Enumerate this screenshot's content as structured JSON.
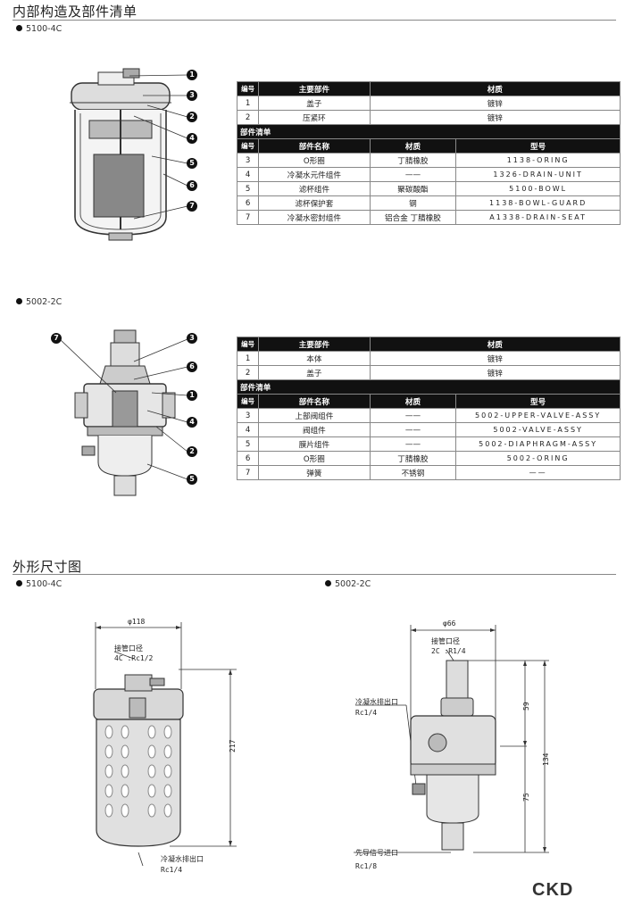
{
  "section1": {
    "title": "内部构造及部件清单"
  },
  "section2": {
    "title": "外形尺寸图"
  },
  "model_a": "5100-4C",
  "model_b": "5002-2C",
  "table_a": {
    "header": {
      "num": "编号",
      "main": "主要部件",
      "material": "材质"
    },
    "main_rows": [
      {
        "num": "1",
        "name": "盖子",
        "material": "镀锌"
      },
      {
        "num": "2",
        "name": "压紧环",
        "material": "镀锌"
      }
    ],
    "sub_title": "部件清单",
    "sub_header": {
      "num": "编号",
      "name": "部件名称",
      "material": "材质",
      "model": "型号"
    },
    "rows": [
      {
        "num": "3",
        "name": "O形圈",
        "material": "丁腈橡胶",
        "model": "1138-ORING"
      },
      {
        "num": "4",
        "name": "冷凝水元件组件",
        "material": "——",
        "model": "1326-DRAIN-UNIT"
      },
      {
        "num": "5",
        "name": "滤杯组件",
        "material": "聚碳酸酯",
        "model": "5100-BOWL"
      },
      {
        "num": "6",
        "name": "滤杯保护套",
        "material": "钢",
        "model": "1138-BOWL-GUARD"
      },
      {
        "num": "7",
        "name": "冷凝水密封组件",
        "material": "铝合金  丁腈橡胶",
        "model": "A1338-DRAIN-SEAT"
      }
    ]
  },
  "table_b": {
    "header": {
      "num": "编号",
      "main": "主要部件",
      "material": "材质"
    },
    "main_rows": [
      {
        "num": "1",
        "name": "本体",
        "material": "镀锌"
      },
      {
        "num": "2",
        "name": "盖子",
        "material": "镀锌"
      }
    ],
    "sub_title": "部件清单",
    "sub_header": {
      "num": "编号",
      "name": "部件名称",
      "material": "材质",
      "model": "型号"
    },
    "rows": [
      {
        "num": "3",
        "name": "上部阀组件",
        "material": "——",
        "model": "5002-UPPER-VALVE-ASSY"
      },
      {
        "num": "4",
        "name": "阀组件",
        "material": "——",
        "model": "5002-VALVE-ASSY"
      },
      {
        "num": "5",
        "name": "膜片组件",
        "material": "——",
        "model": "5002-DIAPHRAGM-ASSY"
      },
      {
        "num": "6",
        "name": "O形圈",
        "material": "丁腈橡胶",
        "model": "5002-ORING"
      },
      {
        "num": "7",
        "name": "弹簧",
        "material": "不锈钢",
        "model": "——"
      }
    ]
  },
  "callouts_a": [
    "1",
    "3",
    "2",
    "4",
    "5",
    "6",
    "7"
  ],
  "callouts_b": [
    "7",
    "3",
    "6",
    "1",
    "4",
    "2",
    "5"
  ],
  "dims_a": {
    "diameter": "φ118",
    "port_label": "接管口径",
    "port_value": "4C :Rc1/2",
    "height": "217",
    "drain_label": "冷凝水排出口",
    "drain_value": "Rc1/4"
  },
  "dims_b": {
    "diameter": "φ66",
    "port_label": "接管口径",
    "port_value": "2C :R1/4",
    "drain_label": "冷凝水排出口",
    "drain_value": "Rc1/4",
    "h_upper": "59",
    "h_total": "134",
    "h_lower": "75",
    "pilot_label": "先导信号进口",
    "pilot_value": "Rc1/8"
  },
  "brand": "CKD"
}
